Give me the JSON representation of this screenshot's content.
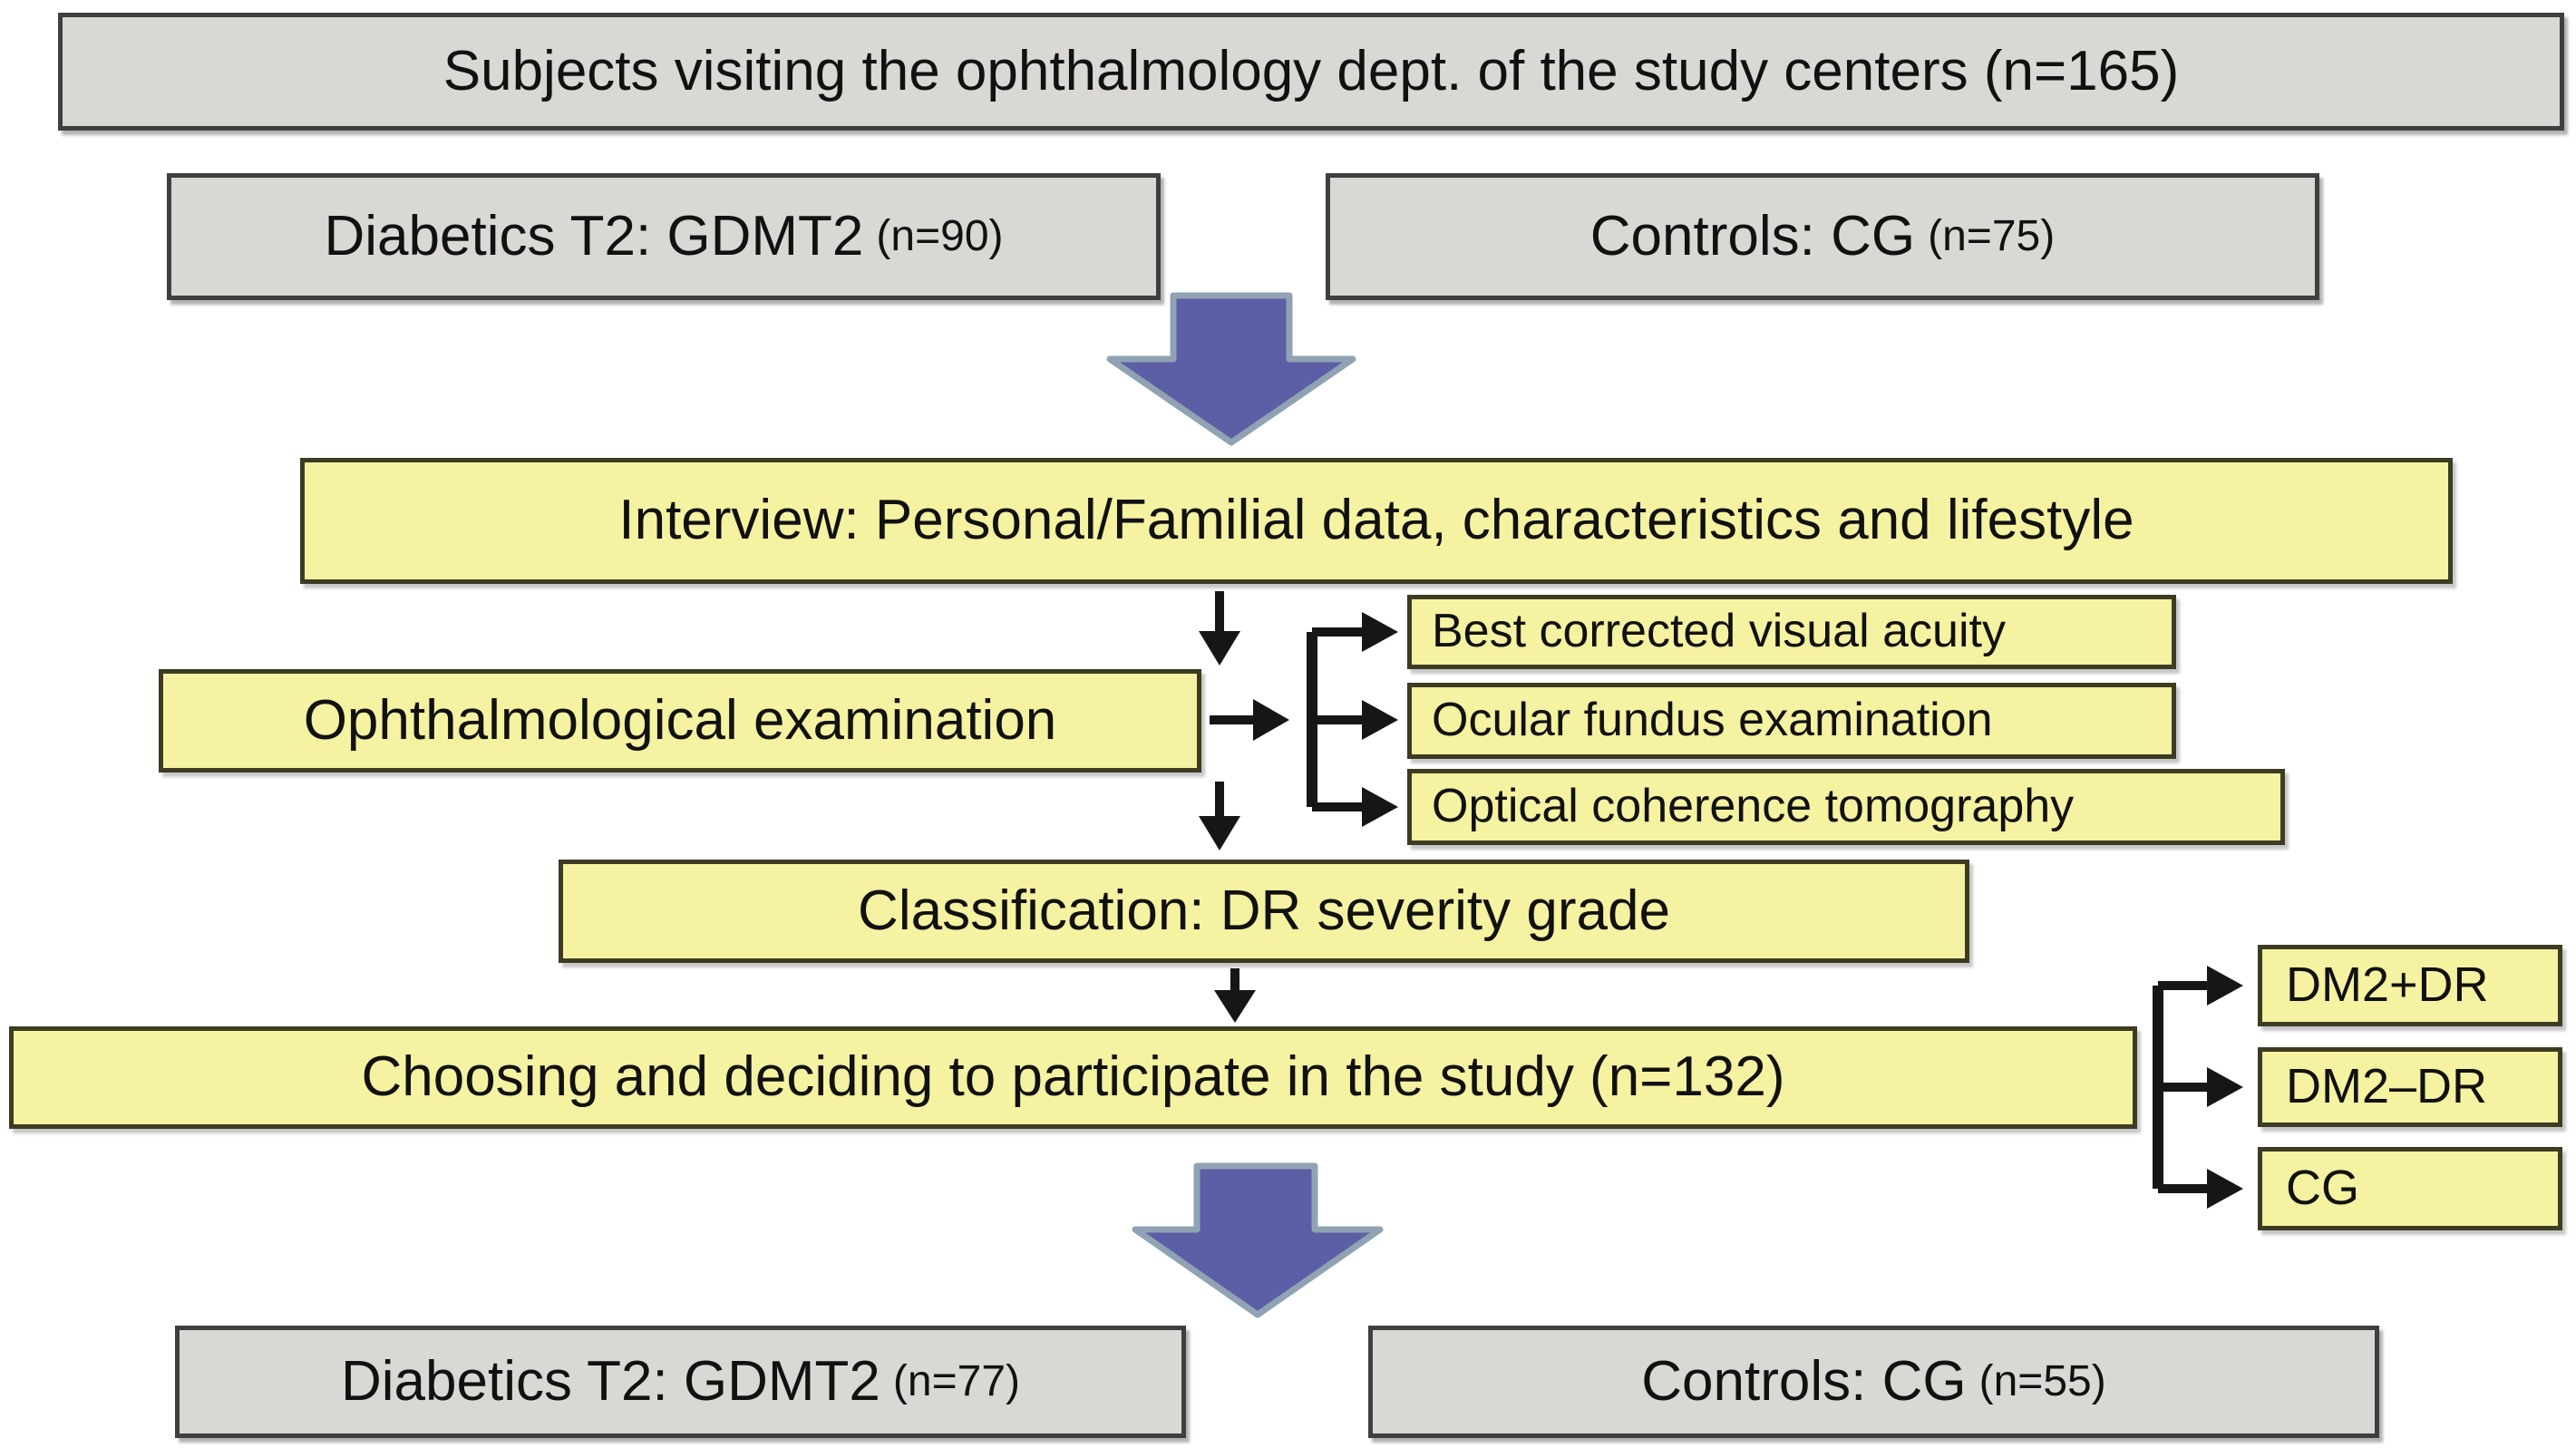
{
  "colors": {
    "background": "#ffffff",
    "box_gray": "#d9d8d4",
    "box_gray_border": "#3f3f3f",
    "box_yellow": "#f5f2a1",
    "box_yellow_border": "#3d3c22",
    "arrow_blue": "#5c5fa6",
    "arrow_blue_border": "#8fa3b3",
    "connector_black": "#161616"
  },
  "flow": {
    "subjects_total": "Subjects visiting the ophthalmology dept. of the study centers (n=165)",
    "diabetics_initial": {
      "label": "Diabetics T2: GDMT2",
      "count": "(n=90)"
    },
    "controls_initial": {
      "label": "Controls: CG",
      "count": "(n=75)"
    },
    "interview": "Interview: Personal/Familial data, characteristics and lifestyle",
    "ophthalmological_examination": "Ophthalmological examination",
    "exam_tests": [
      "Best corrected visual acuity",
      "Ocular fundus examination",
      "Optical coherence tomography"
    ],
    "classification": "Classification: DR severity grade",
    "participation": "Choosing and deciding to participate in the study (n=132)",
    "study_groups": [
      "DM2+DR",
      "DM2–DR",
      "CG"
    ],
    "diabetics_final": {
      "label": "Diabetics T2: GDMT2",
      "count": "(n=77)"
    },
    "controls_final": {
      "label": "Controls: CG",
      "count": "(n=55)"
    }
  }
}
